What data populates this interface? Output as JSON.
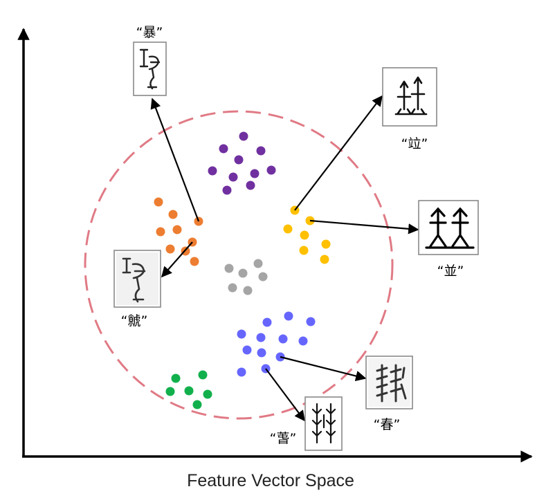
{
  "figure": {
    "axis_label": "Feature Vector Space",
    "colors": {
      "boundary": "#e07a85",
      "purple": "#7030a0",
      "orange": "#ed7d31",
      "yellow": "#ffc000",
      "gray": "#a5a5a5",
      "blue": "#6666ff",
      "green": "#12b04c"
    },
    "clusters": [
      {
        "name": "purple-cluster",
        "color": "purple",
        "label": ""
      },
      {
        "name": "orange-cluster",
        "color": "orange",
        "label": ""
      },
      {
        "name": "yellow-cluster",
        "color": "yellow",
        "label": ""
      },
      {
        "name": "gray-cluster",
        "color": "gray",
        "label": ""
      },
      {
        "name": "blue-cluster",
        "color": "blue",
        "label": ""
      },
      {
        "name": "green-cluster",
        "color": "green",
        "label": ""
      }
    ],
    "samples": [
      {
        "name": "sample-bao",
        "caption": "“暴”"
      },
      {
        "name": "sample-xi",
        "caption": "“虩”"
      },
      {
        "name": "sample-li",
        "caption": "“竝”"
      },
      {
        "name": "sample-bing",
        "caption": "“並”"
      },
      {
        "name": "sample-chun",
        "caption": "“春”"
      },
      {
        "name": "sample-chun2",
        "caption": "“萅”"
      }
    ]
  }
}
